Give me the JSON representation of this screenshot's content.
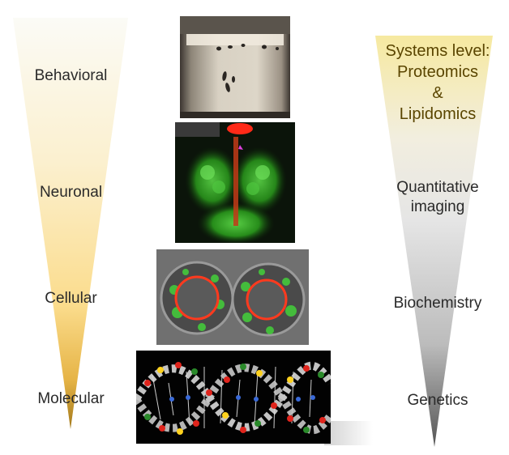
{
  "left_scale": {
    "levels": [
      "Behavioral",
      "Neuronal",
      "Cellular",
      "Molecular"
    ]
  },
  "right_scale": {
    "systems_level": [
      "Systems level:",
      "Proteomics",
      "&",
      "Lipidomics"
    ],
    "quantitative_imaging": [
      "Quantitative",
      "imaging"
    ],
    "biochemistry": "Biochemistry",
    "genetics": "Genetics"
  },
  "colors": {
    "left_triangle_top": "#fbfbf6",
    "left_triangle_mid": "#fbe19a",
    "left_triangle_tip": "#a47a1c",
    "right_triangle_top": "#f6e9a0",
    "right_triangle_bottom": "#555555",
    "systems_text": "#5a4500"
  },
  "panels": [
    {
      "subject": "behavioral-chamber"
    },
    {
      "subject": "neuronal-brain"
    },
    {
      "subject": "cellular-cells"
    },
    {
      "subject": "molecular-dna"
    }
  ]
}
